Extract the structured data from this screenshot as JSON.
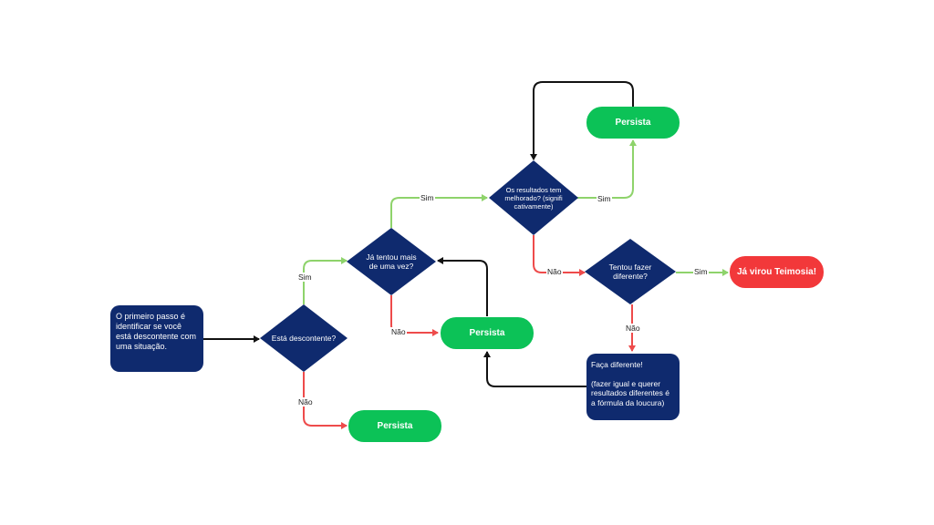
{
  "colors": {
    "node_dark": "#0f2a6e",
    "persist_green": "#0cc257",
    "alert_red": "#f2383a",
    "edge_yes": "#8ed36b",
    "edge_no": "#ee4b4b",
    "edge_flow": "#111111"
  },
  "nodes": {
    "start": "O primeiro passo é identificar se você está descontente com uma situação.",
    "unhappy": "Está descontente?",
    "tried_more": "Já tentou mais de uma vez?",
    "improved": "Os resultados tem melhorado? (significativamente)",
    "tried_diff": "Tentou fazer diferente?",
    "do_diff_title": "Faça diferente!",
    "do_diff_body": "(fazer igual e querer resultados diferentes é a fórmula da loucura)",
    "persist_bottom": "Persista",
    "persist_middle": "Persista",
    "persist_top": "Persista",
    "stubborn": "Já virou Teimosia!"
  },
  "edges": {
    "yes_unhappy": "Sim",
    "no_unhappy": "Não",
    "yes_tried_more": "Sim",
    "no_tried_more": "Não",
    "yes_improved": "Sim",
    "no_improved": "Não",
    "yes_tried_diff": "Sim",
    "no_tried_diff": "Não"
  }
}
